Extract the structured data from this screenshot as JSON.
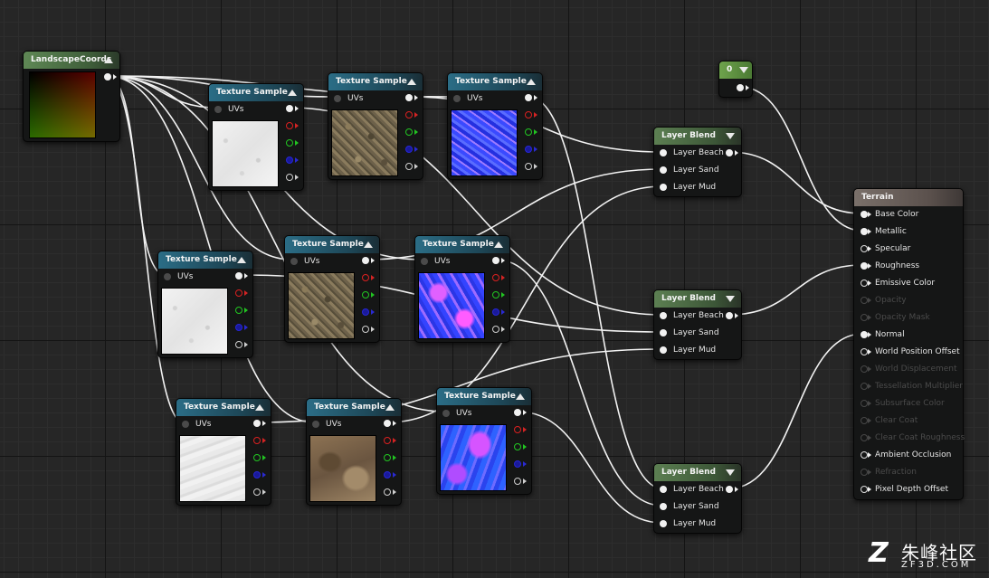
{
  "nodes": {
    "landscape_coords": {
      "title": "LandscapeCoords"
    },
    "ts1": {
      "title": "Texture Sample",
      "uv_label": "UVs"
    },
    "ts2": {
      "title": "Texture Sample",
      "uv_label": "UVs"
    },
    "ts3": {
      "title": "Texture Sample",
      "uv_label": "UVs"
    },
    "ts4": {
      "title": "Texture Sample",
      "uv_label": "UVs"
    },
    "ts5": {
      "title": "Texture Sample",
      "uv_label": "UVs"
    },
    "ts6": {
      "title": "Texture Sample",
      "uv_label": "UVs"
    },
    "ts7": {
      "title": "Texture Sample",
      "uv_label": "UVs"
    },
    "ts8": {
      "title": "Texture Sample",
      "uv_label": "UVs"
    },
    "ts9": {
      "title": "Texture Sample",
      "uv_label": "UVs"
    },
    "constant": {
      "title": "0"
    },
    "layer_blend_1": {
      "title": "Layer Blend",
      "inputs": [
        "Layer Beach",
        "Layer Sand",
        "Layer Mud"
      ]
    },
    "layer_blend_2": {
      "title": "Layer Blend",
      "inputs": [
        "Layer Beach",
        "Layer Sand",
        "Layer Mud"
      ]
    },
    "layer_blend_3": {
      "title": "Layer Blend",
      "inputs": [
        "Layer Beach",
        "Layer Sand",
        "Layer Mud"
      ]
    },
    "terrain": {
      "title": "Terrain",
      "inputs": [
        {
          "label": "Base Color",
          "enabled": true,
          "connected": true
        },
        {
          "label": "Metallic",
          "enabled": true,
          "connected": true
        },
        {
          "label": "Specular",
          "enabled": true,
          "connected": false
        },
        {
          "label": "Roughness",
          "enabled": true,
          "connected": true
        },
        {
          "label": "Emissive Color",
          "enabled": true,
          "connected": false
        },
        {
          "label": "Opacity",
          "enabled": false,
          "connected": false
        },
        {
          "label": "Opacity Mask",
          "enabled": false,
          "connected": false
        },
        {
          "label": "Normal",
          "enabled": true,
          "connected": true
        },
        {
          "label": "World Position Offset",
          "enabled": true,
          "connected": false
        },
        {
          "label": "World Displacement",
          "enabled": false,
          "connected": false
        },
        {
          "label": "Tessellation Multiplier",
          "enabled": false,
          "connected": false
        },
        {
          "label": "Subsurface Color",
          "enabled": false,
          "connected": false
        },
        {
          "label": "Clear Coat",
          "enabled": false,
          "connected": false
        },
        {
          "label": "Clear Coat Roughness",
          "enabled": false,
          "connected": false
        },
        {
          "label": "Ambient Occlusion",
          "enabled": true,
          "connected": false
        },
        {
          "label": "Refraction",
          "enabled": false,
          "connected": false
        },
        {
          "label": "Pixel Depth Offset",
          "enabled": true,
          "connected": false
        }
      ]
    }
  },
  "watermark": {
    "logo": "Z",
    "text": "朱峰社区",
    "sub": "ZF3D.COM"
  }
}
